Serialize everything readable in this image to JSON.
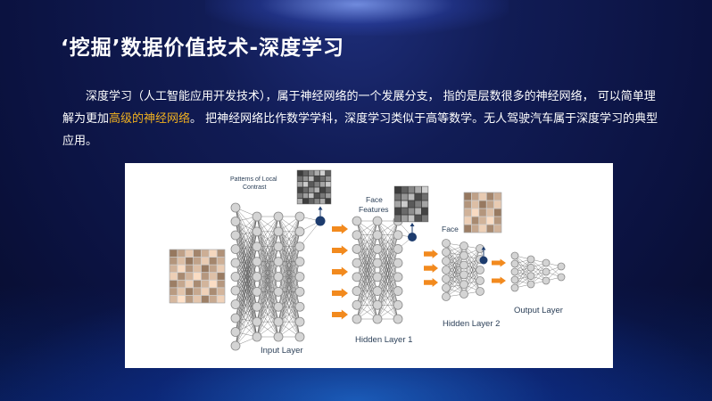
{
  "slide": {
    "title": "‘挖掘’数据价值技术-深度学习",
    "body": {
      "part1": "深度学习（人工智能应用开发技术），属于神经网络的一个发展分支， 指的是层数很多的神经网络， 可以简单理解为更加",
      "highlight": "高级的神经网络",
      "part2": "。 把神经网络比作数学学科，深度学习类似于高等数学。无人驾驶汽车属于深度学习的典型应用。"
    }
  },
  "diagram": {
    "label_patterns_line1": "Patterns of Local",
    "label_patterns_line2": "Contrast",
    "label_face_features_line1": "Face",
    "label_face_features_line2": "Features",
    "label_face": "Face",
    "label_input_layer": "Input Layer",
    "label_hidden_layer_1": "Hidden Layer 1",
    "label_hidden_layer_2": "Hidden Layer 2",
    "label_output_layer": "Output Layer",
    "colors": {
      "accent_text": "#f0b020",
      "arrow": "#f28a1e",
      "node_fill": "#d4d4d4",
      "node_stroke": "#8a8a8a",
      "output_node": "#1d3c6e",
      "caption": "#2d4159"
    }
  }
}
